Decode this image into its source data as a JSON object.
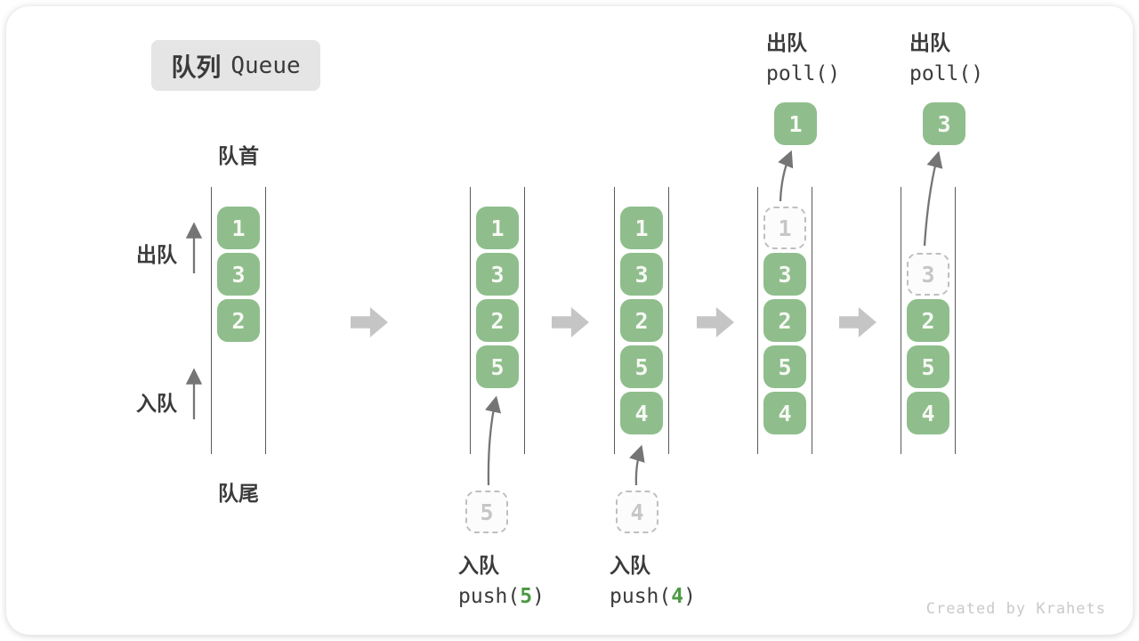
{
  "title": {
    "zh": "队列",
    "en": "Queue"
  },
  "side_labels": {
    "front": "队首",
    "rear": "队尾",
    "dequeue": "出队",
    "enqueue": "入队"
  },
  "states": [
    {
      "cells": [
        "1",
        "3",
        "2"
      ]
    },
    {
      "cells": [
        "1",
        "3",
        "2",
        "5"
      ]
    },
    {
      "cells": [
        "1",
        "3",
        "2",
        "5",
        "4"
      ]
    },
    {
      "removed": "1",
      "cells": [
        "3",
        "2",
        "5",
        "4"
      ]
    },
    {
      "removed": "3",
      "cells": [
        "2",
        "5",
        "4"
      ]
    }
  ],
  "operations": {
    "push5": {
      "label": "入队",
      "code_pre": "push(",
      "arg": "5",
      "code_post": ")",
      "incoming_value": "5"
    },
    "push4": {
      "label": "入队",
      "code_pre": "push(",
      "arg": "4",
      "code_post": ")",
      "incoming_value": "4"
    },
    "poll1": {
      "label": "出队",
      "code": "poll()",
      "out_value": "1"
    },
    "poll3": {
      "label": "出队",
      "code": "poll()",
      "out_value": "3"
    }
  },
  "watermark": "Created by Krahets",
  "colors": {
    "box_green": "#8fbe8c",
    "code_green": "#4c9a44",
    "label_dark": "#3b3b3b",
    "block_arrow_gray": "#c5c5c5",
    "dashed_gray": "#bfbfbf",
    "badge_gray": "#e5e5e5"
  }
}
